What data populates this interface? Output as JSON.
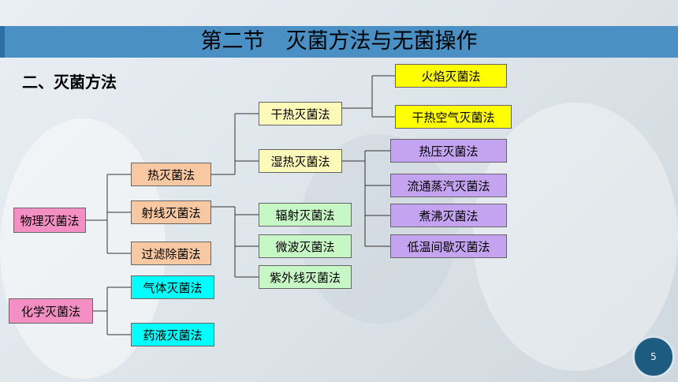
{
  "slide": {
    "title": "第二节　灭菌方法与无菌操作",
    "subtitle": "二、灭菌方法",
    "page_number": "5"
  },
  "diagram": {
    "physical": "物理灭菌法",
    "heat": "热灭菌法",
    "radiation": "射线灭菌法",
    "filtration": "过滤除菌法",
    "dry_heat": "干热灭菌法",
    "moist_heat": "湿热灭菌法",
    "flame": "火焰灭菌法",
    "hot_air": "干热空气灭菌法",
    "autoclave": "热压灭菌法",
    "flowing_steam": "流通蒸汽灭菌法",
    "boiling": "煮沸灭菌法",
    "tyndall": "低温间歇灭菌法",
    "irradiation": "辐射灭菌法",
    "microwave": "微波灭菌法",
    "uv": "紫外线灭菌法",
    "chemical": "化学灭菌法",
    "gas": "气体灭菌法",
    "liquid": "药液灭菌法"
  },
  "colors": {
    "title_bar": "#4a90c4",
    "level1": "#f48fc4",
    "level2_physical": "#f7c8a2",
    "level3_heat": "#fdf9b8",
    "dry_heat_children": "#ffff00",
    "moist_heat_children": "#c4a3f0",
    "radiation_children": "#c8f7c6",
    "chemical_children": "#00ffff",
    "page_badge": "#1d5c80"
  }
}
